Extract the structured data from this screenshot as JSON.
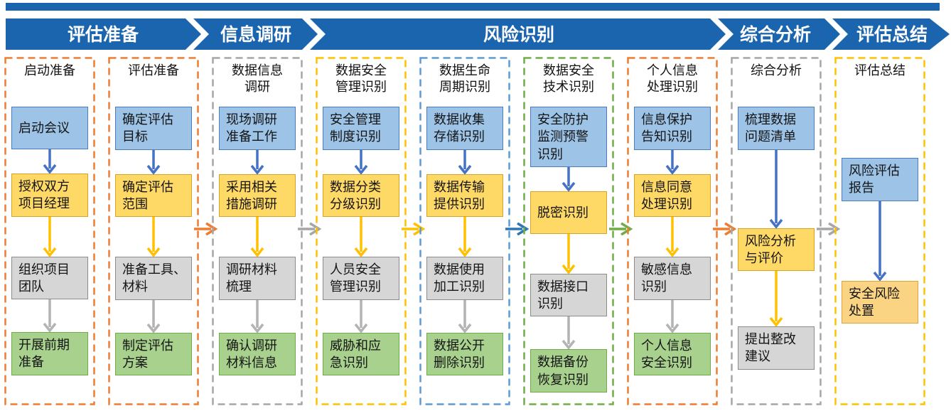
{
  "banner": {
    "phases": [
      {
        "label": "评估准备"
      },
      {
        "label": "信息调研"
      },
      {
        "label": "风险识别"
      },
      {
        "label": "综合分析"
      },
      {
        "label": "评估总结"
      }
    ]
  },
  "palette": {
    "banner_blue": "#1B64AE",
    "column_accents": {
      "orange": "#ED7D31",
      "gray": "#A6A6A6",
      "gold": "#FFC000",
      "blue": "#5B9BD5",
      "green": "#70AD47"
    },
    "connector_colors": {
      "orange": "#ED7D31",
      "gray": "#A6A6A6",
      "gold": "#FFC000",
      "blue": "#2E75B6",
      "green": "#70AD47"
    },
    "box_fills": {
      "blue": "#9DC3E6",
      "yellow": "#FFD966",
      "gray": "#D6D6D6",
      "green": "#A9D18E",
      "amber": "#FBD483"
    },
    "box_borders": {
      "blue": "#4A7DBB",
      "yellow": "#D9A227",
      "gray": "#8C8C8C",
      "green": "#6FAD47",
      "amber": "#E0A33E"
    },
    "flow_arrow_colors": {
      "blue": "#4472C4",
      "yellow": "#FFC000",
      "gray": "#B3B3B3",
      "green": "#B3B3B3",
      "amber": "#FFC000"
    }
  },
  "columns": [
    {
      "title": "启动准备",
      "accent": "orange",
      "connector_to_next": null,
      "boxes": [
        {
          "label": "启动会议",
          "variant": "blue"
        },
        {
          "label": "授权双方\n项目经理",
          "variant": "yellow"
        },
        {
          "label": "组织项目\n团队",
          "variant": "gray"
        },
        {
          "label": "开展前期\n准备",
          "variant": "green"
        }
      ]
    },
    {
      "title": "评估准备",
      "accent": "orange",
      "connector_to_next": "orange",
      "boxes": [
        {
          "label": "确定评估\n目标",
          "variant": "blue"
        },
        {
          "label": "确定评估\n范围",
          "variant": "yellow"
        },
        {
          "label": "准备工具、\n材料",
          "variant": "gray"
        },
        {
          "label": "制定评估\n方案",
          "variant": "green"
        }
      ]
    },
    {
      "title": "数据信息\n调研",
      "accent": "gray",
      "connector_to_next": "gray",
      "boxes": [
        {
          "label": "现场调研\n准备工作",
          "variant": "blue"
        },
        {
          "label": "采用相关\n措施调研",
          "variant": "yellow"
        },
        {
          "label": "调研材料\n梳理",
          "variant": "gray"
        },
        {
          "label": "确认调研\n材料信息",
          "variant": "green"
        }
      ]
    },
    {
      "title": "数据安全\n管理识别",
      "accent": "gold",
      "connector_to_next": "gold",
      "boxes": [
        {
          "label": "安全管理\n制度识别",
          "variant": "blue"
        },
        {
          "label": "数据分类\n分级识别",
          "variant": "yellow"
        },
        {
          "label": "人员安全\n管理识别",
          "variant": "gray"
        },
        {
          "label": "威胁和应\n急识别",
          "variant": "green"
        }
      ]
    },
    {
      "title": "数据生命\n周期识别",
      "accent": "blue",
      "connector_to_next": "blue",
      "boxes": [
        {
          "label": "数据收集\n存储识别",
          "variant": "blue"
        },
        {
          "label": "数据传输\n提供识别",
          "variant": "yellow"
        },
        {
          "label": "数据使用\n加工识别",
          "variant": "gray"
        },
        {
          "label": "数据公开\n删除识别",
          "variant": "green"
        }
      ]
    },
    {
      "title": "数据安全\n技术识别",
      "accent": "green",
      "connector_to_next": "green",
      "boxes": [
        {
          "label": "安全防护\n监测预警\n识别",
          "variant": "blue"
        },
        {
          "label": "脱密识别",
          "variant": "yellow"
        },
        {
          "label": "数据接口\n识别",
          "variant": "gray"
        },
        {
          "label": "数据备份\n恢复识别",
          "variant": "green"
        }
      ]
    },
    {
      "title": "个人信息\n处理识别",
      "accent": "orange",
      "connector_to_next": "orange",
      "boxes": [
        {
          "label": "信息保护\n告知识别",
          "variant": "blue"
        },
        {
          "label": "信息同意\n处理识别",
          "variant": "yellow"
        },
        {
          "label": "敏感信息\n识别",
          "variant": "gray"
        },
        {
          "label": "个人信息\n安全识别",
          "variant": "green"
        }
      ]
    },
    {
      "title": "综合分析",
      "accent": "gray",
      "connector_to_next": "gray",
      "boxes": [
        {
          "label": "梳理数据\n问题清单",
          "variant": "blue"
        },
        {
          "label": "风险分析\n与评价",
          "variant": "yellow"
        },
        {
          "label": "提出整改\n建议",
          "variant": "gray"
        }
      ]
    },
    {
      "title": "评估总结",
      "accent": "gold",
      "connector_to_next": null,
      "boxes": [
        {
          "label": "风险评估\n报告",
          "variant": "blue"
        },
        {
          "label": "安全风险\n处置",
          "variant": "amber"
        }
      ]
    }
  ]
}
